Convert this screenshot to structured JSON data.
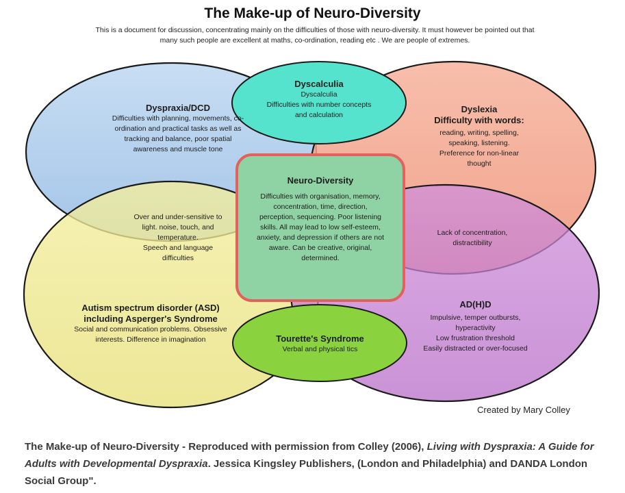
{
  "title": "The Make-up of Neuro-Diversity",
  "subtitle": "This is a document for discussion, concentrating mainly on the difficulties of those with neuro-diversity. It must however be pointed out that many such people are excellent at maths, co-ordination, reading etc . We are people of extremes.",
  "colors": {
    "dyspraxia": "#a9c9ea",
    "dyslexia": "#f2a38b",
    "autism": "#efe88c",
    "adhd": "#c37ed0",
    "dyscalculia": "#55e3cd",
    "tourette": "#8bd23f",
    "neurodiversity": "#8fd3a4",
    "neurodiversity_border": "#e3615c"
  },
  "regions": {
    "dyspraxia": {
      "heading": "Dyspraxia/DCD",
      "body": "Difficulties with planning, movements, co-ordination and practical tasks as well as tracking and balance, poor spatial awareness and muscle tone"
    },
    "dyscalculia": {
      "heading": "Dyscalculia",
      "body": "Dyscalculia\nDifficulties with number concepts and calculation"
    },
    "dyslexia": {
      "heading": "Dyslexia\nDifficulty with words:",
      "body": "reading, writing, spelling, speaking, listening. Preference for non-linear thought"
    },
    "neurodiversity": {
      "heading": "Neuro-Diversity",
      "body": "Difficulties with organisation, memory, concentration, time, direction, perception, sequencing. Poor listening skills. All may lead to low self-esteem, anxiety, and depression if others are not aware. Can be creative, original, determined."
    },
    "sensory": {
      "body": "Over and under-sensitive to light. noise, touch, and temperature.\nSpeech and language difficulties"
    },
    "concentration": {
      "body": "Lack of concentration, distractibility"
    },
    "autism": {
      "heading": "Autism spectrum disorder (ASD) including Asperger's Syndrome",
      "body": "Social and communication problems. Obsessive interests. Difference in imagination"
    },
    "tourette": {
      "heading": "Tourette's Syndrome",
      "body": "Verbal and physical tics"
    },
    "adhd": {
      "heading": "AD(H)D",
      "body": "Impulsive, temper outbursts, hyperactivity\nLow frustration threshold\nEasily distracted or over-focused"
    }
  },
  "credit": "Created by Mary Colley",
  "caption": {
    "part1": "The Make-up of Neuro-Diversity - Reproduced with permission from Colley (2006), ",
    "italic": "Living with Dyspraxia: A Guide for Adults with Developmental Dyspraxia",
    "part2": ". Jessica Kingsley Publishers, (London and Philadelphia) and DANDA London Social Group\"."
  }
}
